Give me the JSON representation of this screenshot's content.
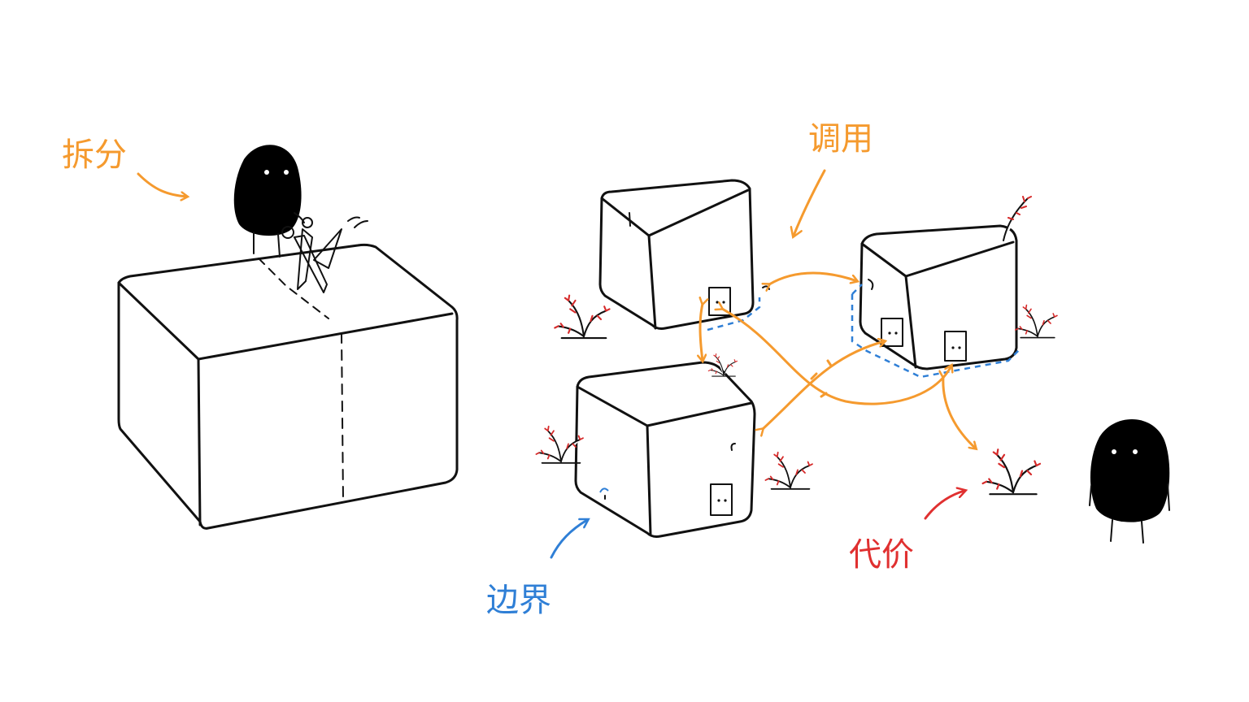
{
  "labels": {
    "split": "拆分",
    "call": "调用",
    "boundary": "边界",
    "cost": "代价"
  },
  "colors": {
    "split": "#f59a2e",
    "call": "#f59a2e",
    "boundary": "#2f7fd6",
    "cost": "#e03030",
    "ink": "#111111",
    "creature": "#000000"
  },
  "icons": {
    "creature": "blob-creature-icon",
    "scissors": "scissors-icon",
    "thorn_plant": "thorn-plant-icon",
    "door": "door-icon"
  }
}
